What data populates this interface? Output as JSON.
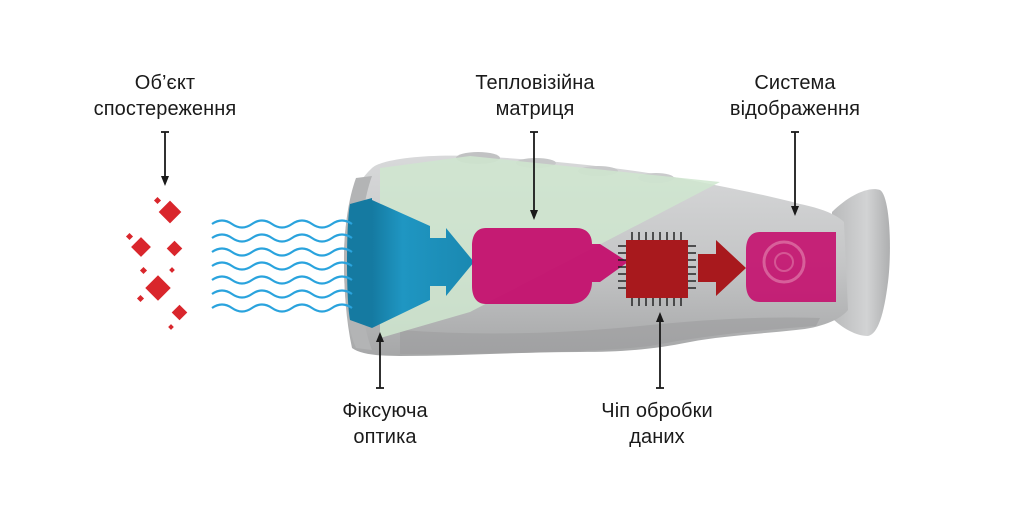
{
  "labels": {
    "object": {
      "line1": "Об’єкт",
      "line2": "спостереження"
    },
    "matrix": {
      "line1": "Тепловізійна",
      "line2": "матриця"
    },
    "display": {
      "line1": "Система",
      "line2": "відображення"
    },
    "optics": {
      "line1": "Фіксуюча",
      "line2": "оптика"
    },
    "chip": {
      "line1": "Чіп обробки",
      "line2": "даних"
    }
  },
  "colors": {
    "body": "#c9cacb",
    "body_dark": "#a9aaab",
    "lens": "#1d8fb8",
    "lens_arrow": "#1a8fb5",
    "matrix": "#c4106e",
    "display": "#c4106e",
    "chip": "#a8191d",
    "chip_arrow": "#a8191d",
    "waves": "#2aa3dd",
    "particles": "#d9262c",
    "fov": "#cfe6cf",
    "pointer": "#1a1a1a"
  }
}
